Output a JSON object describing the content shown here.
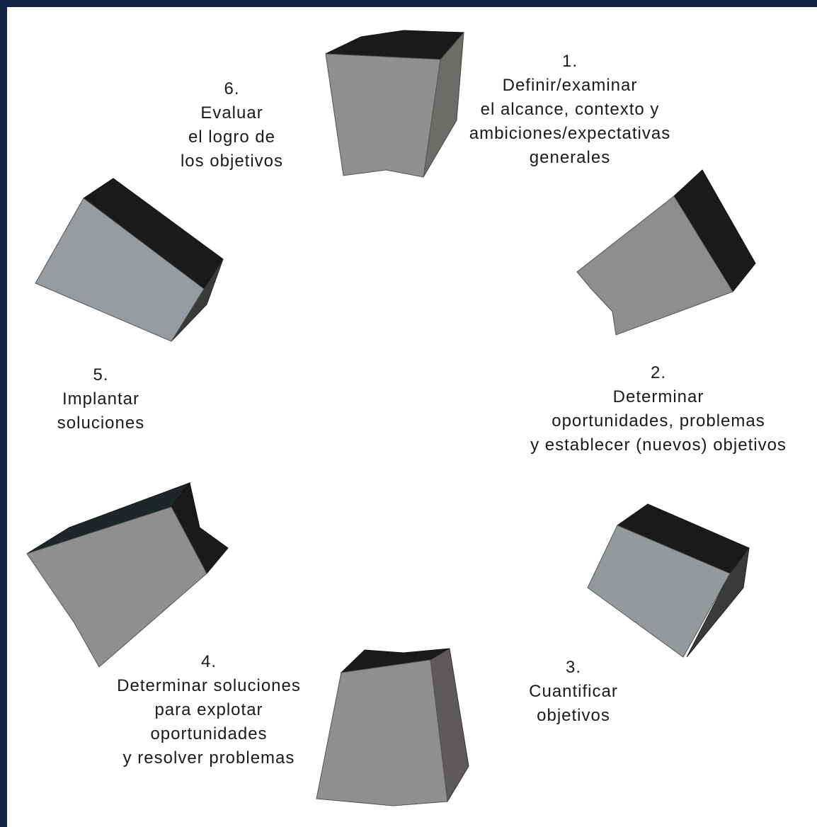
{
  "steps": [
    {
      "number": "1.",
      "lines": [
        "Definir/examinar",
        "el alcance, contexto y",
        "ambiciones/expectativas",
        "generales"
      ]
    },
    {
      "number": "2.",
      "lines": [
        "Determinar",
        "oportunidades, problemas",
        "y establecer (nuevos) objetivos"
      ]
    },
    {
      "number": "3.",
      "lines": [
        "Cuantificar",
        "objetivos"
      ]
    },
    {
      "number": "4.",
      "lines": [
        "Determinar soluciones",
        "para explotar",
        "oportunidades",
        "y resolver problemas"
      ]
    },
    {
      "number": "5.",
      "lines": [
        "Implantar",
        "soluciones"
      ]
    },
    {
      "number": "6.",
      "lines": [
        "Evaluar",
        "el logro de",
        "los objetivos"
      ]
    }
  ]
}
